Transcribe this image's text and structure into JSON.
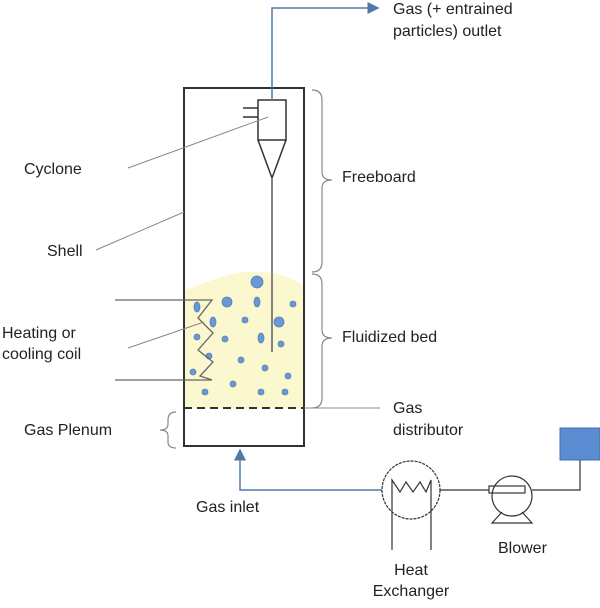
{
  "labels": {
    "outlet_line1": "Gas (+ entrained",
    "outlet_line2": "particles) outlet",
    "cyclone": "Cyclone",
    "shell": "Shell",
    "freeboard": "Freeboard",
    "coil_line1": "Heating or",
    "coil_line2": "cooling coil",
    "fluidized_bed": "Fluidized bed",
    "distributor_line1": "Gas",
    "distributor_line2": "distributor",
    "plenum": "Gas Plenum",
    "gas_inlet": "Gas inlet",
    "heat_exchanger_line1": "Heat",
    "heat_exchanger_line2": "Exchanger",
    "blower": "Blower"
  },
  "colors": {
    "pipe": "#4f7aa8",
    "bed": "#fbf8d0",
    "bubble": "#6a97d6",
    "motor": "#5b8bd0",
    "outline": "#333333",
    "leader": "#777777"
  }
}
